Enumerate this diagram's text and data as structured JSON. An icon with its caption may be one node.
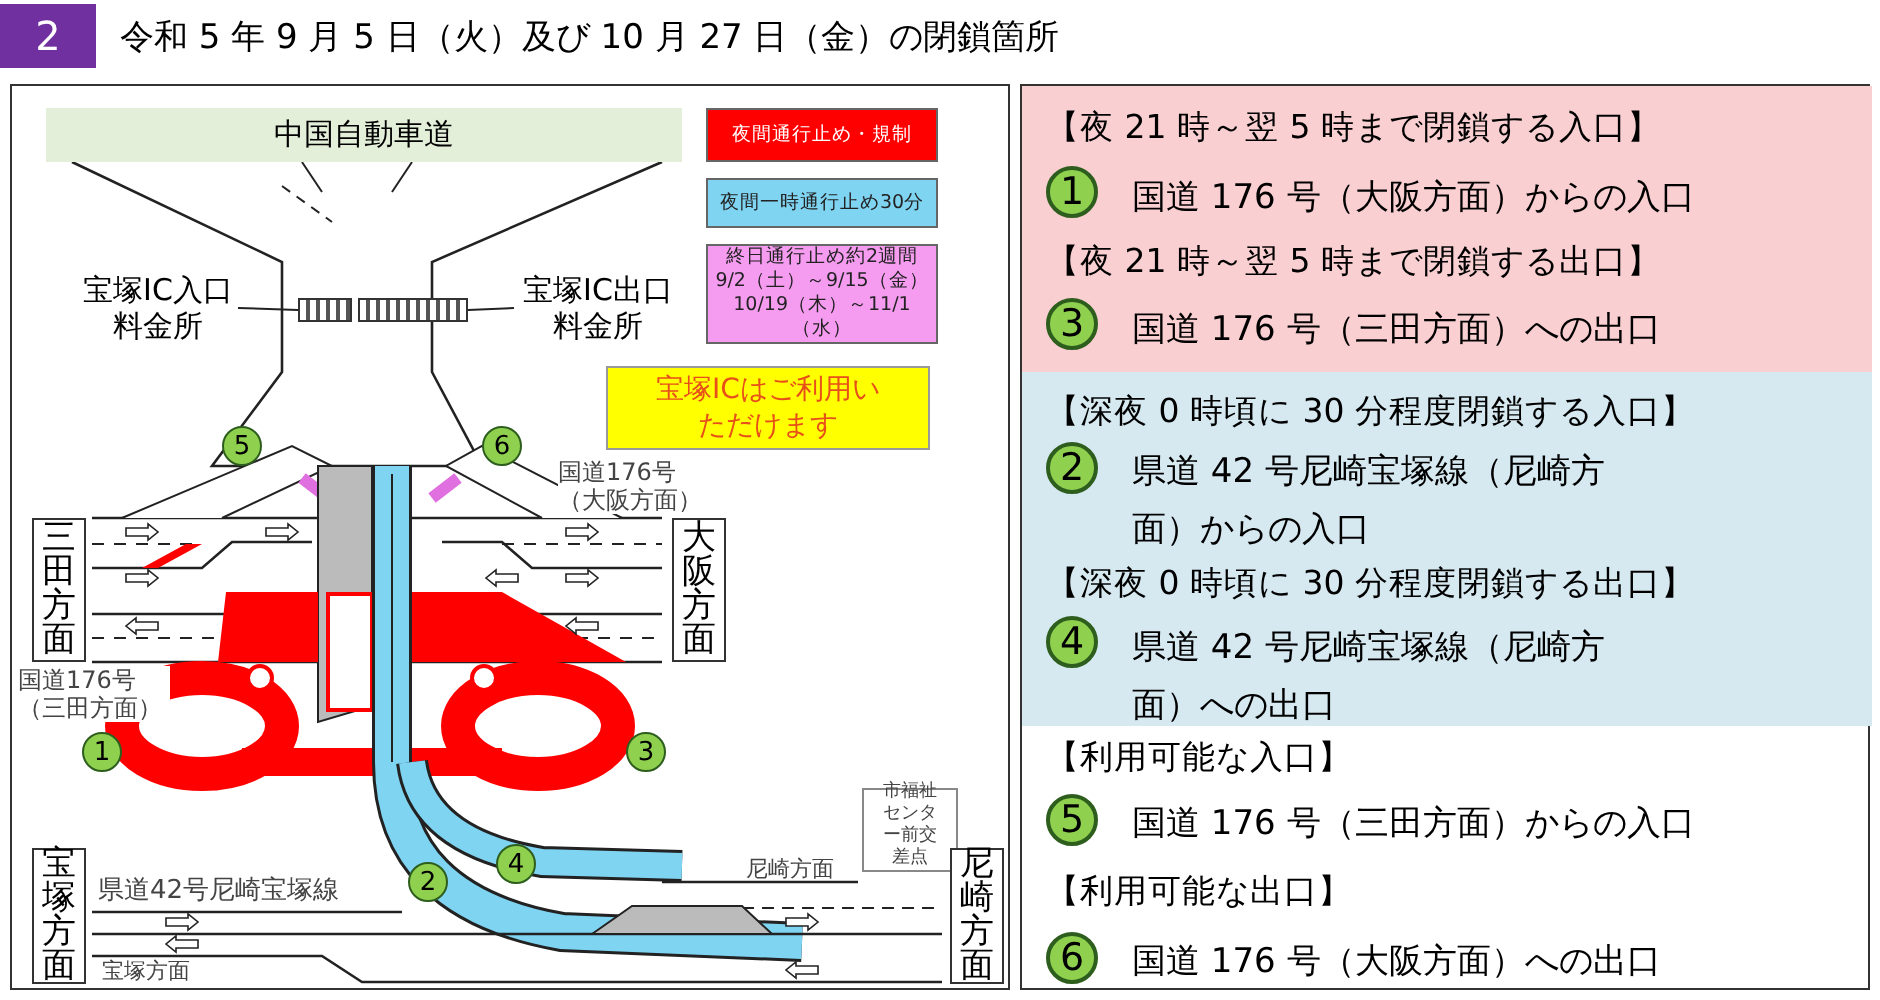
{
  "diagram": {
    "title": "令和 5 年 9 月 5 日（火）及び 10 月 27 日（金）の閉鎖箇所",
    "nodes": [
      {
        "text": [],
        "shape": "box"
      },
      {
        "text": [
          "中国自動車道"
        ],
        "in": 0
      },
      {
        "text": [
          "宝塚IC入口料金所"
        ],
        "in": 0
      },
      {
        "text": [],
        "shape": "bar",
        "in": 0
      },
      {
        "text": [],
        "shape": "bar",
        "in": 0
      },
      {
        "text": [
          "宝塚IC出口料金所"
        ],
        "in": 0
      },
      {
        "text": [
          "宝塚ICはご利用いただけます"
        ],
        "in": 0
      },
      {
        "text": [
          "5"
        ],
        "in": 0
      },
      {
        "text": [
          "6"
        ],
        "in": 0
      },
      {
        "text": [
          "三田方面"
        ],
        "in": 0
      },
      {
        "text": [
          "大阪方面"
        ],
        "in": 0
      },
      {
        "text": [
          "1"
        ],
        "in": 0
      },
      {
        "text": [
          "3"
        ],
        "in": 0
      },
      {
        "text": [
          "市福祉センター前交差点"
        ],
        "in": 0
      },
      {
        "text": [
          "4"
        ],
        "in": 0
      },
      {
        "text": [
          "2"
        ],
        "in": 0
      },
      {
        "text": [
          "宝塚方面"
        ],
        "in": 0
      },
      {
        "text": [
          "尼崎方面"
        ],
        "in": 0
      },
      {
        "text": [
          "【利用可能な入口】",
          "国道 176 号（三田方面）からの入口",
          "【利用可能な出口】",
          "国道 176 号（大阪方面）への出口"
        ]
      },
      {
        "text": [
          "【夜 21 時～翌 5 時まで閉鎖する入口】",
          "国道 176 号（大阪方面）からの入口",
          "【夜 21 時～翌 5 時まで閉鎖する出口】",
          "国道 176 号（三田方面）への出口"
        ],
        "in": 18
      },
      {
        "text": [
          "1"
        ],
        "in": 19
      },
      {
        "text": [
          "3"
        ],
        "in": 19
      },
      {
        "text": [
          "【深夜 0 時頃に 30 分程度閉鎖する入口】",
          "県道 42 号尼崎宝塚線（尼崎方面）からの入口",
          "【深夜 0 時頃に 30 分程度閉鎖する出口】",
          "県道 42 号尼崎宝塚線（尼崎方面）への出口"
        ],
        "in": 18
      },
      {
        "text": [
          "2"
        ],
        "in": 22
      },
      {
        "text": [
          "4"
        ],
        "in": 22
      },
      {
        "text": [
          "5"
        ],
        "in": 18
      },
      {
        "text": [
          "6"
        ],
        "in": 18
      }
    ],
    "edges": [
      {
        "from": 2,
        "to": 3,
        "arrow": "none"
      },
      {
        "from": 5,
        "to": 4,
        "arrow": "none"
      }
    ],
    "labels": [
      "2",
      "国道176号（大阪方面）",
      "国道176号（三田方面）",
      "尼崎方面",
      "県道42号尼崎宝塚線",
      "宝塚方面"
    ],
    "legend": [
      {
        "text": "夜間通行止め・規制",
        "color": "#ff0000"
      },
      {
        "text": "夜間一時通行止め30分",
        "color": "#7fd4f2"
      },
      {
        "text": "終日通行止め約2週間 9/2（土）～9/15（金） 10/19（木）～11/1（水）",
        "color": "#f59cf0"
      }
    ]
  }
}
